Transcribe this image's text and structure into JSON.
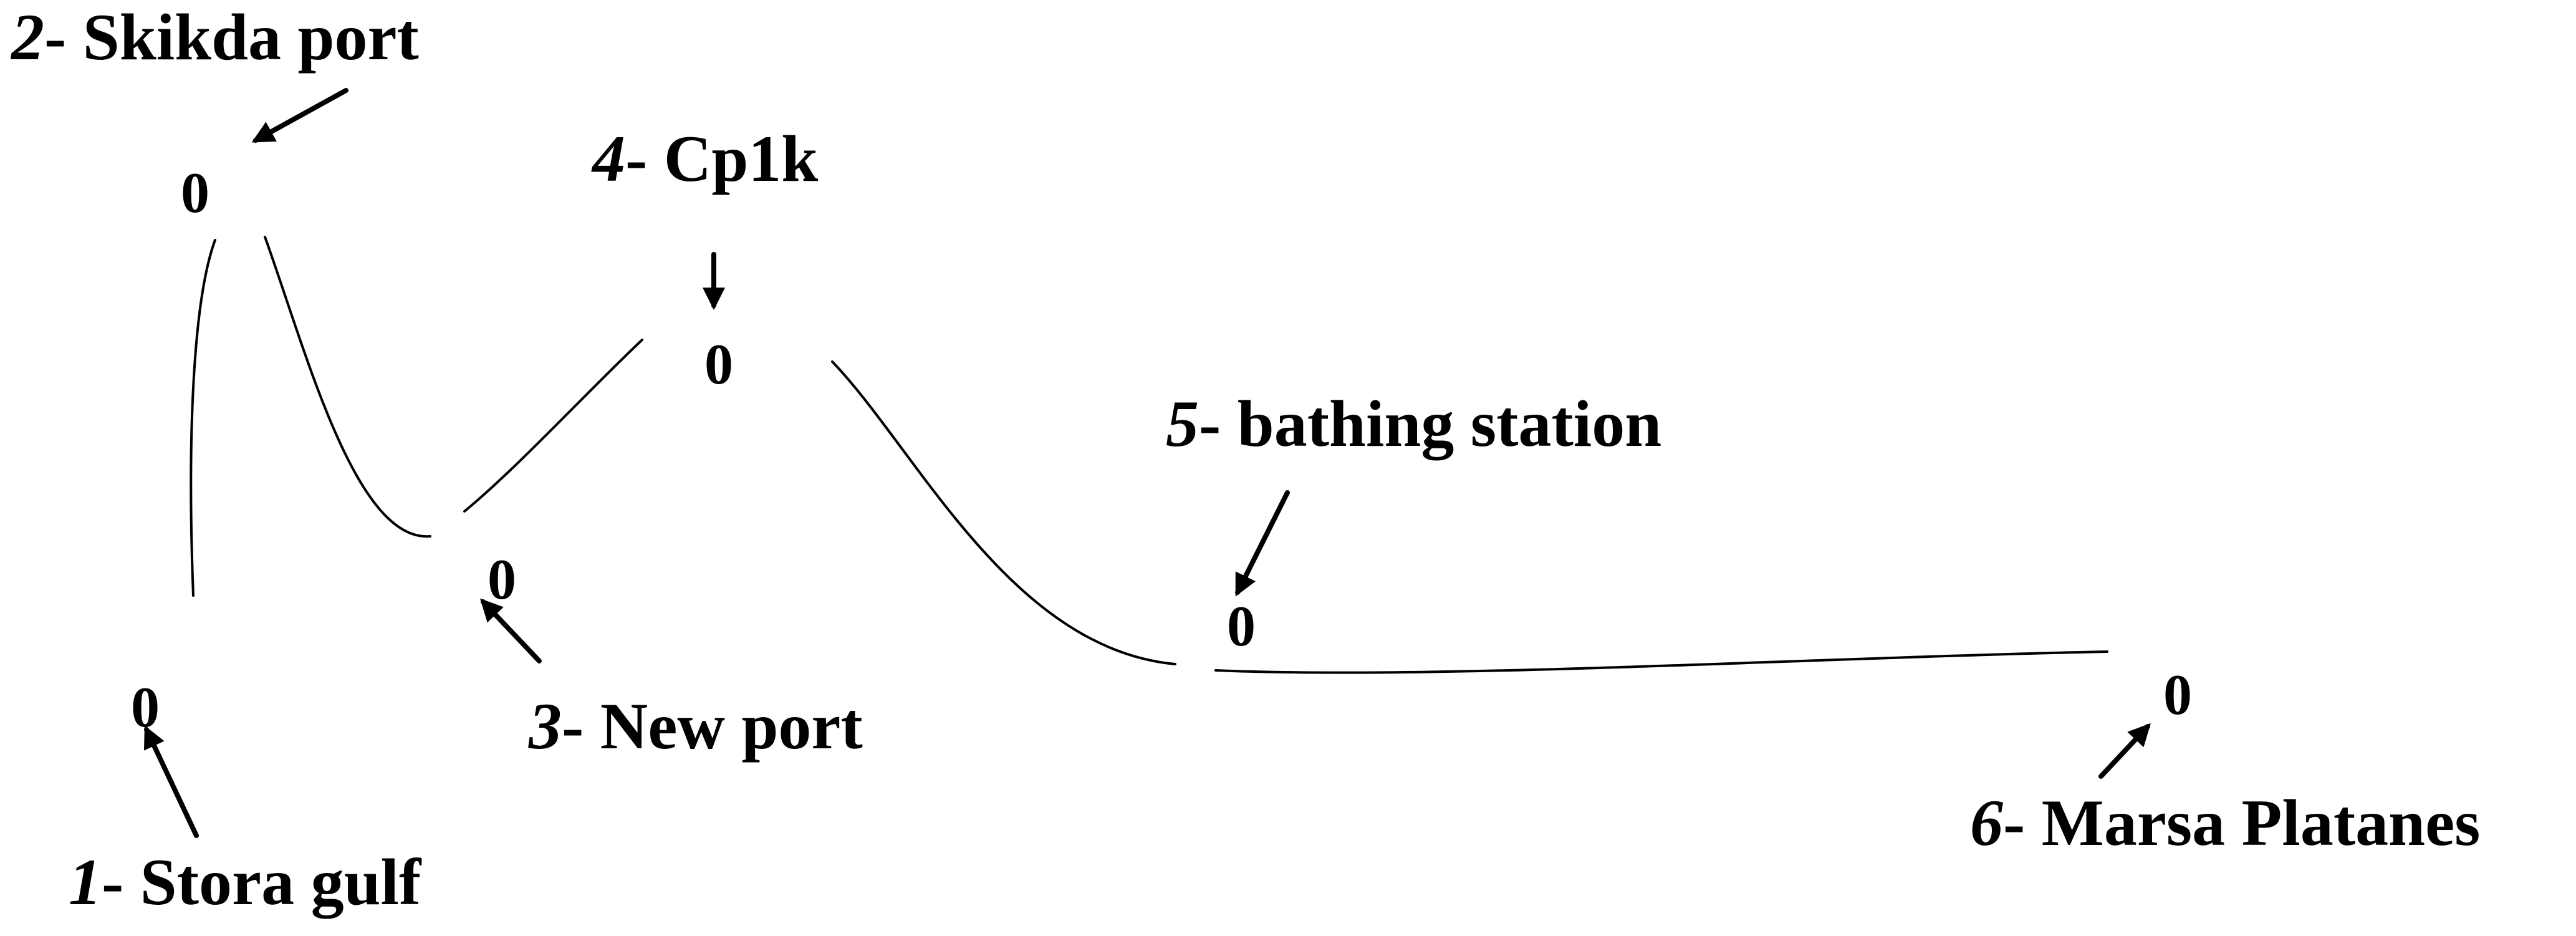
{
  "diagram": {
    "stations": [
      {
        "id": "s1",
        "number": "1",
        "name": "- Stora gulf",
        "marker": "0"
      },
      {
        "id": "s2",
        "number": "2",
        "name": "- Skikda  port",
        "marker": "0"
      },
      {
        "id": "s3",
        "number": "3",
        "name": "- New  port",
        "marker": "0"
      },
      {
        "id": "s4",
        "number": "4",
        "name": "- Cp1k",
        "marker": "0"
      },
      {
        "id": "s5",
        "number": "5",
        "name": "- bathing station",
        "marker": "0"
      },
      {
        "id": "s6",
        "number": "6",
        "name": "- Marsa Platanes",
        "marker": "0"
      }
    ]
  }
}
